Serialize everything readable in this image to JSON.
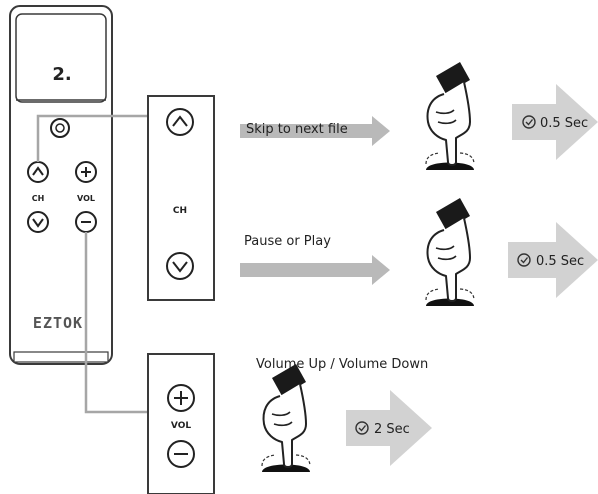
{
  "device": {
    "display_digit": "2.",
    "brand": "EZTOK",
    "ch_label": "CH",
    "vol_label": "VOL"
  },
  "ch_panel": {
    "label": "CH"
  },
  "vol_panel": {
    "label": "VOL"
  },
  "actions": [
    {
      "label": "Skip to next file",
      "duration": "0.5 Sec"
    },
    {
      "label": "Pause or Play",
      "duration": "0.5 Sec"
    },
    {
      "label": "Volume Up / Volume Down",
      "duration": "2 Sec"
    }
  ],
  "colors": {
    "arrow_gray": "#b9b9b9",
    "line_gray": "#a6a6a6",
    "outline": "#3a3a3a"
  }
}
